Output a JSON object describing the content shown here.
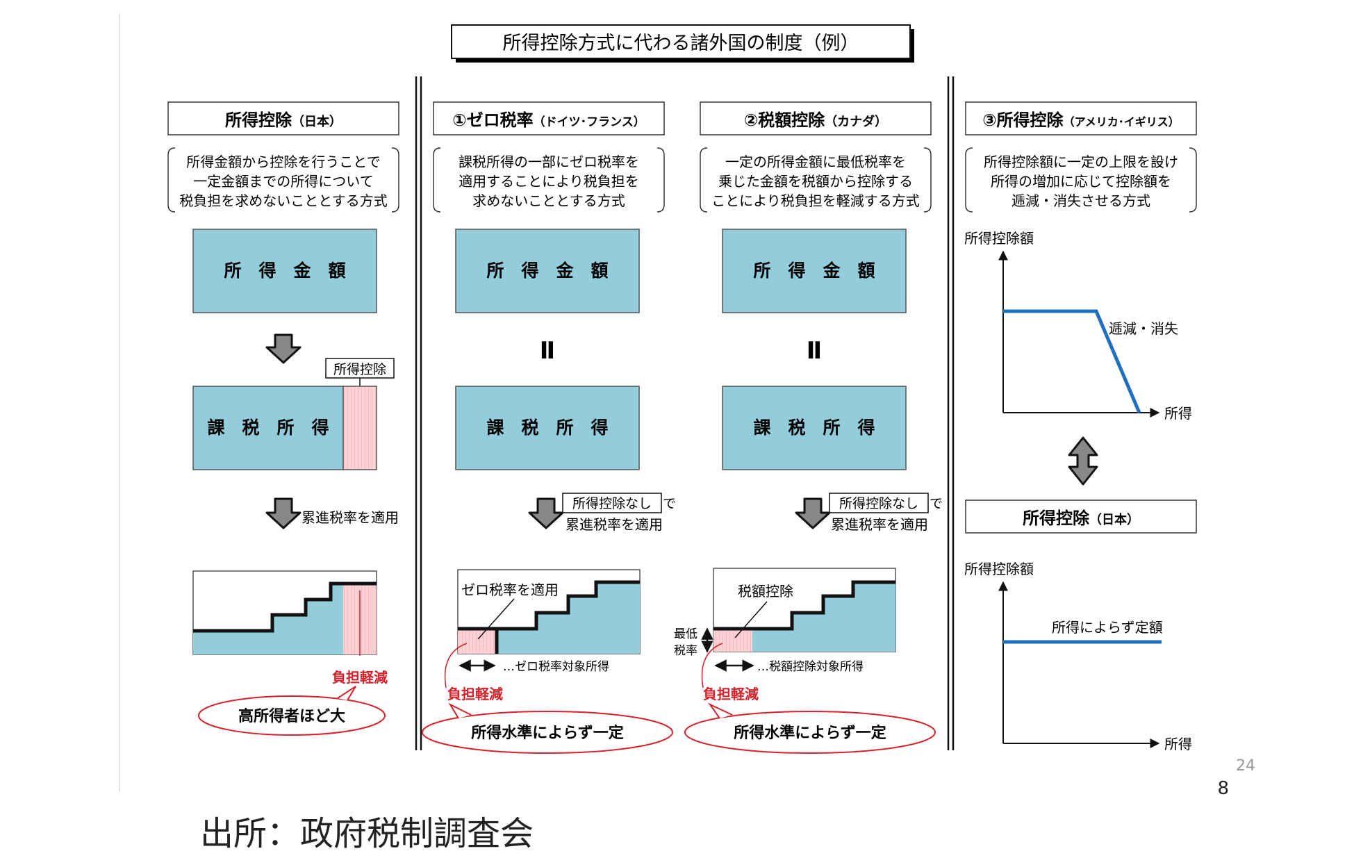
{
  "title": "所得控除方式に代わる諸外国の制度（例）",
  "colors": {
    "box": "#93cddb",
    "relief": "#fcd2d5",
    "accent_red": "#d8202a",
    "curve_blue": "#1f6fc0"
  },
  "japan": {
    "header": "所得控除",
    "header_sub": "（日本）",
    "desc": [
      "所得金額から控除を行うことで",
      "一定金額までの所得について",
      "税負担を求めないこととする方式"
    ],
    "box_income": "所　得　金　額",
    "label_deduction": "所得控除",
    "box_taxable": "課　税　所　得",
    "arrow_label": "累進税率を適用",
    "relief": "負担軽減",
    "bubble": "高所得者ほど大"
  },
  "zero": {
    "header": "①ゼロ税率",
    "header_sub": "（ドイツ･フランス）",
    "desc": [
      "課税所得の一部にゼロ税率を",
      "適用することにより税負担を",
      "求めないこととする方式"
    ],
    "box_income": "所　得　金　額",
    "equals": "Ⅱ",
    "box_taxable": "課　税　所　得",
    "tag_no_deduction": "所得控除なし",
    "tag_suffix": "で",
    "arrow_label": "累進税率を適用",
    "chart_label": "ゼロ税率を適用",
    "range_label": "…ゼロ税率対象所得",
    "relief": "負担軽減",
    "bubble": "所得水準によらず一定"
  },
  "credit": {
    "header": "②税額控除",
    "header_sub": "（カナダ）",
    "desc": [
      "一定の所得金額に最低税率を",
      "乗じた金額を税額から控除する",
      "ことにより税負担を軽減する方式"
    ],
    "box_income": "所　得　金　額",
    "equals": "Ⅱ",
    "box_taxable": "課　税　所　得",
    "tag_no_deduction": "所得控除なし",
    "tag_suffix": "で",
    "arrow_label": "累進税率を適用",
    "chart_label": "税額控除",
    "min_rate_1": "最低",
    "min_rate_2": "税率",
    "range_label": "…税額控除対象所得",
    "relief": "負担軽減",
    "bubble": "所得水準によらず一定"
  },
  "us": {
    "header": "③所得控除",
    "header_sub": "（アメリカ･イギリス）",
    "desc": [
      "所得控除額に一定の上限を設け",
      "所得の増加に応じて控除額を",
      "逓減・消失させる方式"
    ],
    "yaxis": "所得控除額",
    "xaxis": "所得",
    "curve_label": "逓減・消失",
    "japan_header": "所得控除",
    "japan_header_sub": "（日本）",
    "yaxis2": "所得控除額",
    "xaxis2": "所得",
    "flat_label": "所得によらず定額"
  },
  "page_number_small": "24",
  "page_number": "8",
  "source": "出所：政府税制調査会"
}
